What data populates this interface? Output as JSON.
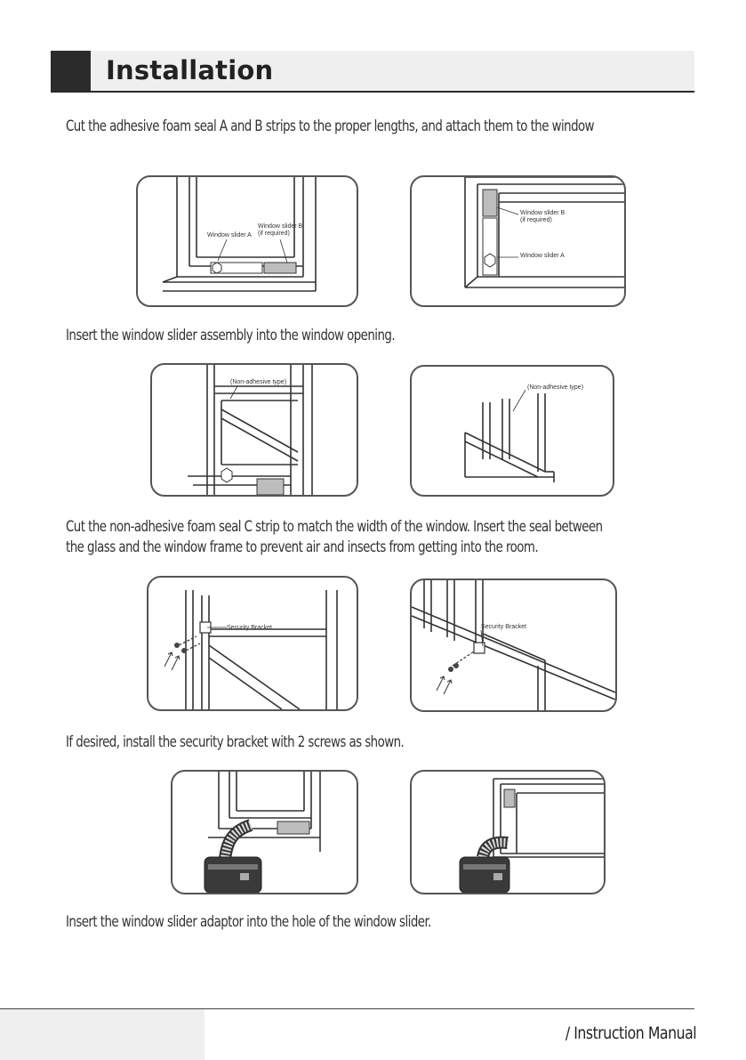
{
  "header": {
    "title": "Installation"
  },
  "steps": [
    {
      "text": "Cut the adhesive foam seal A and B strips to the proper lengths, and attach them to the window"
    },
    {
      "text": "Insert the window slider assembly into the window opening."
    },
    {
      "text_line1": "Cut the non-adhesive foam seal C strip to match the width of the window. Insert the seal between",
      "text_line2": "the glass and the window frame to prevent air and insects from getting into the room."
    },
    {
      "text": "If desired, install the security bracket with 2 screws as shown."
    },
    {
      "text": "Insert the window slider adaptor into the hole of the window slider."
    }
  ],
  "figures": {
    "fig1_left": {
      "label_a": "Window slider A",
      "label_b": "Window slider B",
      "label_b2": "(if required)"
    },
    "fig1_right": {
      "label_b": "Window slider B",
      "label_b2": "(if required)",
      "label_a": "Window slider A"
    },
    "fig2_left": {
      "label": "(Non-adhesive type)"
    },
    "fig2_right": {
      "label": "(Non-adhesive type)"
    },
    "fig3_left": {
      "label": "Security Bracket"
    },
    "fig3_right": {
      "label": "Security Bracket"
    }
  },
  "footer": {
    "text": "/ Instruction Manual"
  }
}
